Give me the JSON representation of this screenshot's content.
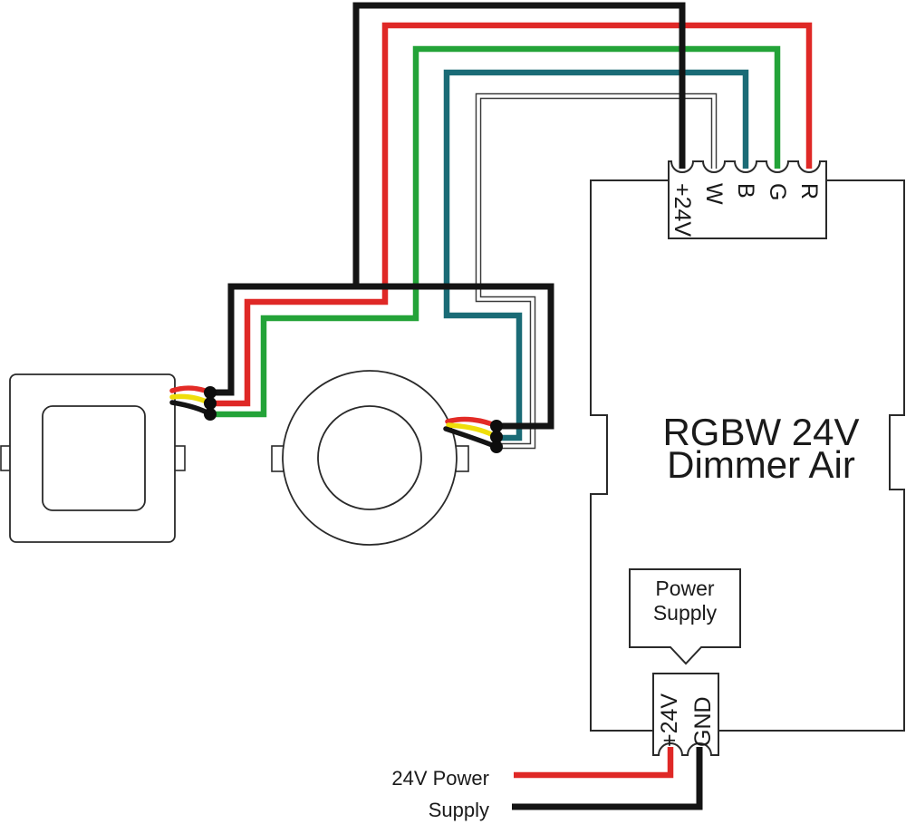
{
  "colors": {
    "background": "#ffffff",
    "line": "#2a2a2a",
    "text": "#1a1a1a",
    "wire_black": "#141414",
    "wire_red": "#DF2826",
    "wire_green": "#23A338",
    "wire_blue": "#1A6B76",
    "wire_white_outline": "#3a3a3a",
    "wire_white_core": "#ffffff",
    "pigtail_red": "#E32B26",
    "pigtail_yellow": "#EFDE0A",
    "pigtail_black": "#141414",
    "junction_dot": "#0d0d0d"
  },
  "dimmer": {
    "title_line1": "RGBW 24V",
    "title_line2": "Dimmer Air"
  },
  "top_terminal_block": {
    "labels": [
      "+24V",
      "W",
      "B",
      "G",
      "R"
    ]
  },
  "bottom_terminal_block": {
    "labels": [
      "+24V",
      "GND"
    ]
  },
  "power_supply_callout": {
    "line1": "Power",
    "line2": "Supply"
  },
  "power_source_label": {
    "line1": "24V Power",
    "line2": "Supply"
  }
}
